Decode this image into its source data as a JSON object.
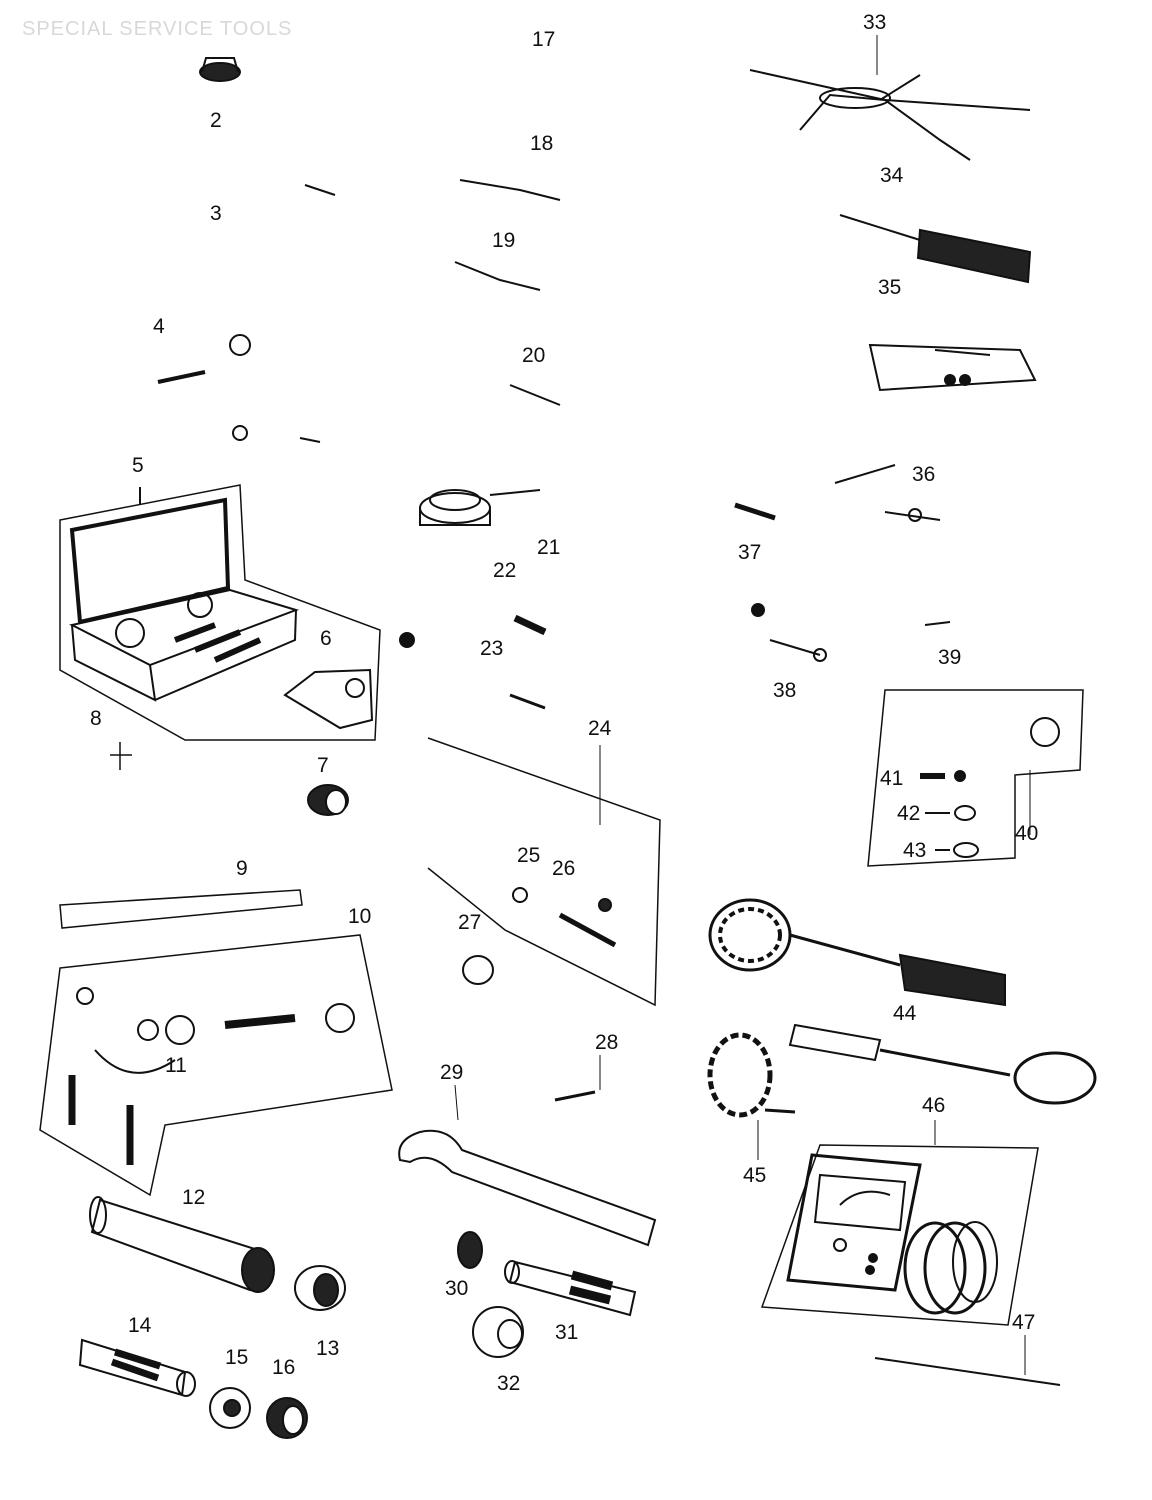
{
  "header": {
    "title": "SPECIAL SERVICE TOOLS"
  },
  "callouts": [
    {
      "id": "c2",
      "label": "2"
    },
    {
      "id": "c3",
      "label": "3"
    },
    {
      "id": "c4",
      "label": "4"
    },
    {
      "id": "c5",
      "label": "5"
    },
    {
      "id": "c6",
      "label": "6"
    },
    {
      "id": "c7",
      "label": "7"
    },
    {
      "id": "c8",
      "label": "8"
    },
    {
      "id": "c9",
      "label": "9"
    },
    {
      "id": "c10",
      "label": "10"
    },
    {
      "id": "c11",
      "label": "11"
    },
    {
      "id": "c12",
      "label": "12"
    },
    {
      "id": "c13",
      "label": "13"
    },
    {
      "id": "c14",
      "label": "14"
    },
    {
      "id": "c15",
      "label": "15"
    },
    {
      "id": "c16",
      "label": "16"
    },
    {
      "id": "c17",
      "label": "17"
    },
    {
      "id": "c18",
      "label": "18"
    },
    {
      "id": "c19",
      "label": "19"
    },
    {
      "id": "c20",
      "label": "20"
    },
    {
      "id": "c21",
      "label": "21"
    },
    {
      "id": "c22",
      "label": "22"
    },
    {
      "id": "c23",
      "label": "23"
    },
    {
      "id": "c24",
      "label": "24"
    },
    {
      "id": "c25",
      "label": "25"
    },
    {
      "id": "c26",
      "label": "26"
    },
    {
      "id": "c27",
      "label": "27"
    },
    {
      "id": "c28",
      "label": "28"
    },
    {
      "id": "c29",
      "label": "29"
    },
    {
      "id": "c30",
      "label": "30"
    },
    {
      "id": "c31",
      "label": "31"
    },
    {
      "id": "c32",
      "label": "32"
    },
    {
      "id": "c33",
      "label": "33"
    },
    {
      "id": "c34",
      "label": "34"
    },
    {
      "id": "c35",
      "label": "35"
    },
    {
      "id": "c36",
      "label": "36"
    },
    {
      "id": "c37",
      "label": "37"
    },
    {
      "id": "c38",
      "label": "38"
    },
    {
      "id": "c39",
      "label": "39"
    },
    {
      "id": "c40",
      "label": "40"
    },
    {
      "id": "c41",
      "label": "41"
    },
    {
      "id": "c42",
      "label": "42"
    },
    {
      "id": "c43",
      "label": "43"
    },
    {
      "id": "c44",
      "label": "44"
    },
    {
      "id": "c45",
      "label": "45"
    },
    {
      "id": "c46",
      "label": "46"
    },
    {
      "id": "c47",
      "label": "47"
    }
  ]
}
